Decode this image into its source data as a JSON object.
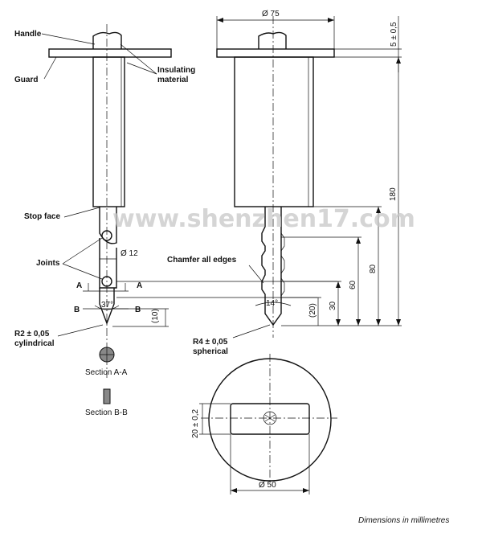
{
  "labels": {
    "handle": "Handle",
    "guard": "Guard",
    "insulating_1": "Insulating",
    "insulating_2": "material",
    "stop_face": "Stop face",
    "joints": "Joints",
    "chamfer": "Chamfer all edges",
    "r2_1": "R2 ± 0,05",
    "r2_2": "cylindrical",
    "r4_1": "R4 ± 0,05",
    "r4_2": "spherical",
    "section_aa": "Section A-A",
    "section_bb": "Section B-B",
    "A": "A",
    "B": "B"
  },
  "dimensions": {
    "d75": "Ø 75",
    "d12": "Ø 12",
    "d50": "Ø 50",
    "t5": "5 ± 0,5",
    "h180": "180",
    "h80": "80",
    "h60": "60",
    "h30": "30",
    "h20": "(20)",
    "h10": "(10)",
    "w20": "20 ± 0,2",
    "a37": "37°",
    "a14": "14°"
  },
  "caption": "Dimensions in millimetres",
  "watermark": "www.shenzhen17.com"
}
